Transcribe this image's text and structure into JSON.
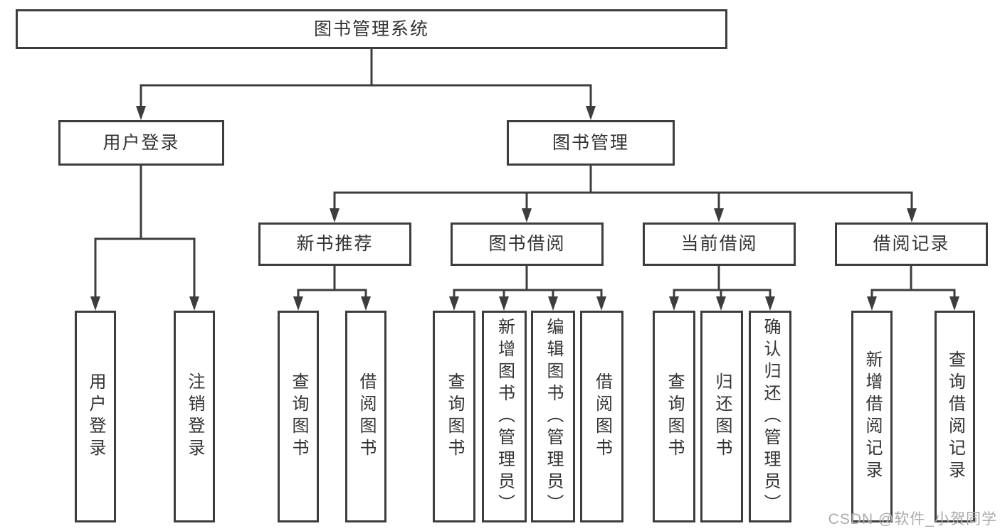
{
  "tree": {
    "root": {
      "label": "图书管理系统"
    },
    "branches": [
      {
        "label": "用户登录",
        "leaves": [
          "用户登录",
          "注销登录"
        ]
      },
      {
        "label": "图书管理",
        "groups": [
          {
            "label": "新书推荐",
            "leaves": [
              "查询图书",
              "借阅图书"
            ]
          },
          {
            "label": "图书借阅",
            "leaves": [
              "查询图书",
              "新增图书（管理员）",
              "编辑图书（管理员）",
              "借阅图书"
            ]
          },
          {
            "label": "当前借阅",
            "leaves": [
              "查询图书",
              "归还图书",
              "确认归还（管理员）"
            ]
          },
          {
            "label": "借阅记录",
            "leaves": [
              "新增借阅记录",
              "查询借阅记录"
            ]
          }
        ]
      }
    ]
  },
  "watermark": {
    "text": "CSDN @软件_小贺同学"
  },
  "colors": {
    "line": "#3d3d3d",
    "text": "#333333",
    "background": "#ffffff",
    "watermark": "#ababab"
  }
}
